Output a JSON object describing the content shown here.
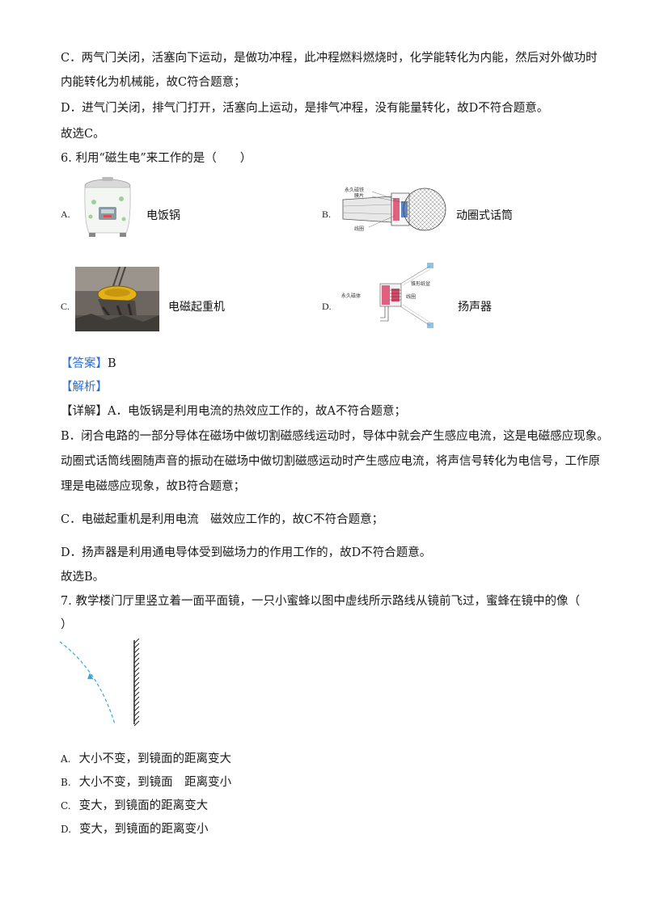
{
  "q5": {
    "c_line1": "C．两气门关闭，活塞向下运动，是做功冲程，此冲程燃料燃烧时，化学能转化为内能，然后对外做功时",
    "c_line2": "内能转化为机械能，故C符合题意；",
    "d_line": "D．进气门关闭，排气门打开，活塞向上运动，是排气冲程，没有能量转化，故D不符合题意。",
    "conclusion": "故选C。"
  },
  "q6": {
    "stem": "6. 利用“磁生电”来工作的是（　　）",
    "options": {
      "a": {
        "label": "A.",
        "text": "电饭锅"
      },
      "b": {
        "label": "B.",
        "text": "动圈式话筒",
        "diagram_labels": [
          "永久磁铁",
          "膜片",
          "线圈"
        ]
      },
      "c": {
        "label": "C.",
        "text": "电磁起重机"
      },
      "d": {
        "label": "D.",
        "text": "扬声器",
        "diagram_labels": [
          "永久磁体",
          "锥形纸盆",
          "线圈"
        ]
      }
    },
    "answer_tag": "【答案】",
    "answer_value": "B",
    "analysis_tag": "【解析】",
    "detail_tag": "【详解】",
    "detail_a": "A．电饭锅是利用电流的热效应工作的，故A不符合题意；",
    "detail_b1": "B．闭合电路的一部分导体在磁场中做切割磁感线运动时，导体中就会产生感应电流，这是电磁感应现象。",
    "detail_b2": "动圈式话筒线圈随声音的振动在磁场中做切割磁感运动时产生感应电流，将声信号转化为电信号，工作原",
    "detail_b3": "理是电磁感应现象，故B符合题意；",
    "detail_c": "C．电磁起重机是利用电流　磁效应工作的，故C不符合题意；",
    "detail_d": "D．扬声器是利用通电导体受到磁场力的作用工作的，故D不符合题意。",
    "conclusion": "故选B。"
  },
  "q7": {
    "stem_line1": "7. 教学楼门厅里竖立着一面平面镜，一只小蜜蜂以图中虚线所示路线从镜前飞过，蜜蜂在镜中的像（",
    "stem_line2": "）",
    "options": [
      {
        "label": "A.",
        "text": "大小不变，到镜面的距离变大"
      },
      {
        "label": "B.",
        "text": "大小不变，到镜面　距离变小"
      },
      {
        "label": "C.",
        "text": "变大，到镜面的距离变大"
      },
      {
        "label": "D.",
        "text": "变大，到镜面的距离变小"
      }
    ]
  },
  "colors": {
    "tag_blue": "#2a6fd8",
    "dash_line": "#3aa6d8",
    "hatch": "#222222"
  }
}
